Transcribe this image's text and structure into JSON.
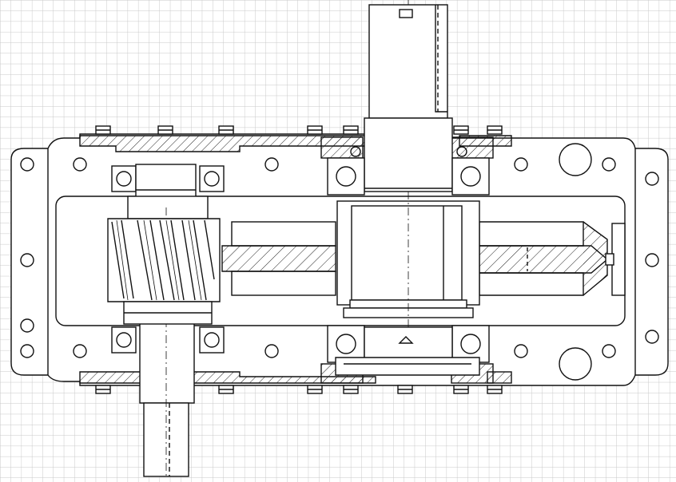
{
  "drawing": {
    "subject": "gear-reducer-assembly-section",
    "colors": {
      "background": "#ffffff",
      "grid": "#c9c9c9",
      "line": "#111111",
      "hatch": "#222222"
    },
    "bolts_top_count": 8,
    "bolts_bottom_count": 8,
    "bearings_count": 6
  }
}
